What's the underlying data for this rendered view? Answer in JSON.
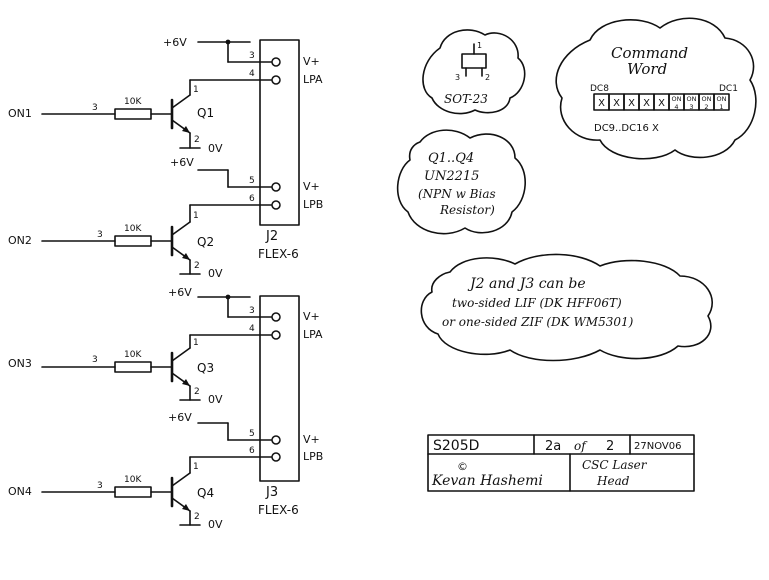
{
  "rails": {
    "pos": "+6V",
    "gnd": "0V"
  },
  "transistors": [
    {
      "name": "Q1",
      "input": "ON1",
      "resistor": "10K",
      "pin_base": "3",
      "pin_collector": "1",
      "pin_emitter": "2"
    },
    {
      "name": "Q2",
      "input": "ON2",
      "resistor": "10K",
      "pin_base": "3",
      "pin_collector": "1",
      "pin_emitter": "2"
    },
    {
      "name": "Q3",
      "input": "ON3",
      "resistor": "10K",
      "pin_base": "3",
      "pin_collector": "1",
      "pin_emitter": "2"
    },
    {
      "name": "Q4",
      "input": "ON4",
      "resistor": "10K",
      "pin_base": "3",
      "pin_collector": "1",
      "pin_emitter": "2"
    }
  ],
  "connectors": [
    {
      "name": "J2",
      "type": "FLEX-6",
      "pins": [
        {
          "num": "3",
          "label": "V+"
        },
        {
          "num": "4",
          "label": "LPA"
        },
        {
          "num": "5",
          "label": "V+"
        },
        {
          "num": "6",
          "label": "LPB"
        }
      ]
    },
    {
      "name": "J3",
      "type": "FLEX-6",
      "pins": [
        {
          "num": "3",
          "label": "V+"
        },
        {
          "num": "4",
          "label": "LPA"
        },
        {
          "num": "5",
          "label": "V+"
        },
        {
          "num": "6",
          "label": "LPB"
        }
      ]
    }
  ],
  "sot23": {
    "label": "SOT-23",
    "pin1": "1",
    "pin2": "2",
    "pin3": "3"
  },
  "command_word": {
    "title_line1": "Command",
    "title_line2": "Word",
    "left_label": "DC8",
    "right_label": "DC1",
    "bits": [
      "X",
      "X",
      "X",
      "X",
      "X",
      "ON\n4",
      "ON\n3",
      "ON\n2",
      "ON\n1"
    ],
    "footer": "DC9..DC16  X"
  },
  "transistor_note": {
    "line1": "Q1..Q4",
    "line2": "UN2215",
    "line3": "(NPN w Bias",
    "line4": "Resistor)"
  },
  "connector_note": {
    "line1": "J2 and J3 can be",
    "line2": "two-sided LIF (DK HFF06T)",
    "line3": "or one-sided ZIF (DK WM5301)"
  },
  "title_block": {
    "drawing": "S205D",
    "sheet": "2a",
    "of": "of",
    "total": "2",
    "date": "27NOV06",
    "copyright": "©",
    "author": "Kevan Hashemi",
    "title_line1": "CSC Laser",
    "title_line2": "Head"
  }
}
